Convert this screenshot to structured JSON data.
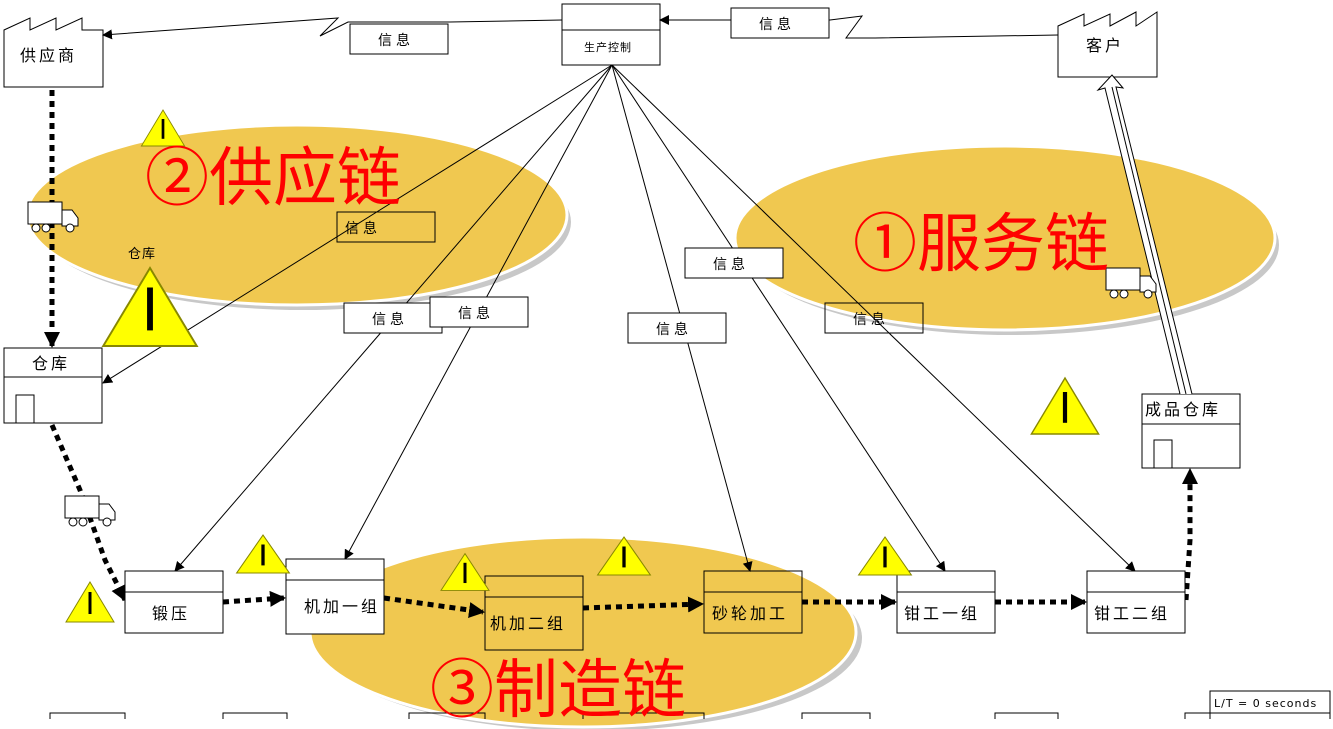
{
  "nodes": {
    "supplier": "供应商",
    "production_control": "生产控制",
    "customer": "客户",
    "warehouse": "仓库",
    "warehouse_hidden": "仓库",
    "finished_warehouse": "成品仓库",
    "forging": "锻压",
    "machining_1": "机加一组",
    "machining_2": "机加二组",
    "grinding": "砂轮加工",
    "fitter_1": "钳工一组",
    "fitter_2": "钳工二组"
  },
  "info_label": "信息",
  "chains": {
    "service": "①服务链",
    "supply": "②供应链",
    "manufacturing": "③制造链"
  },
  "lead_time": "L/T = 0 seconds",
  "icons": [
    "factory-icon",
    "truck-icon",
    "warning-triangle-icon",
    "door-icon"
  ],
  "colors": {
    "ellipse": "#f0c850",
    "chain_text": "#ff0000",
    "warning": "#ffff00"
  }
}
